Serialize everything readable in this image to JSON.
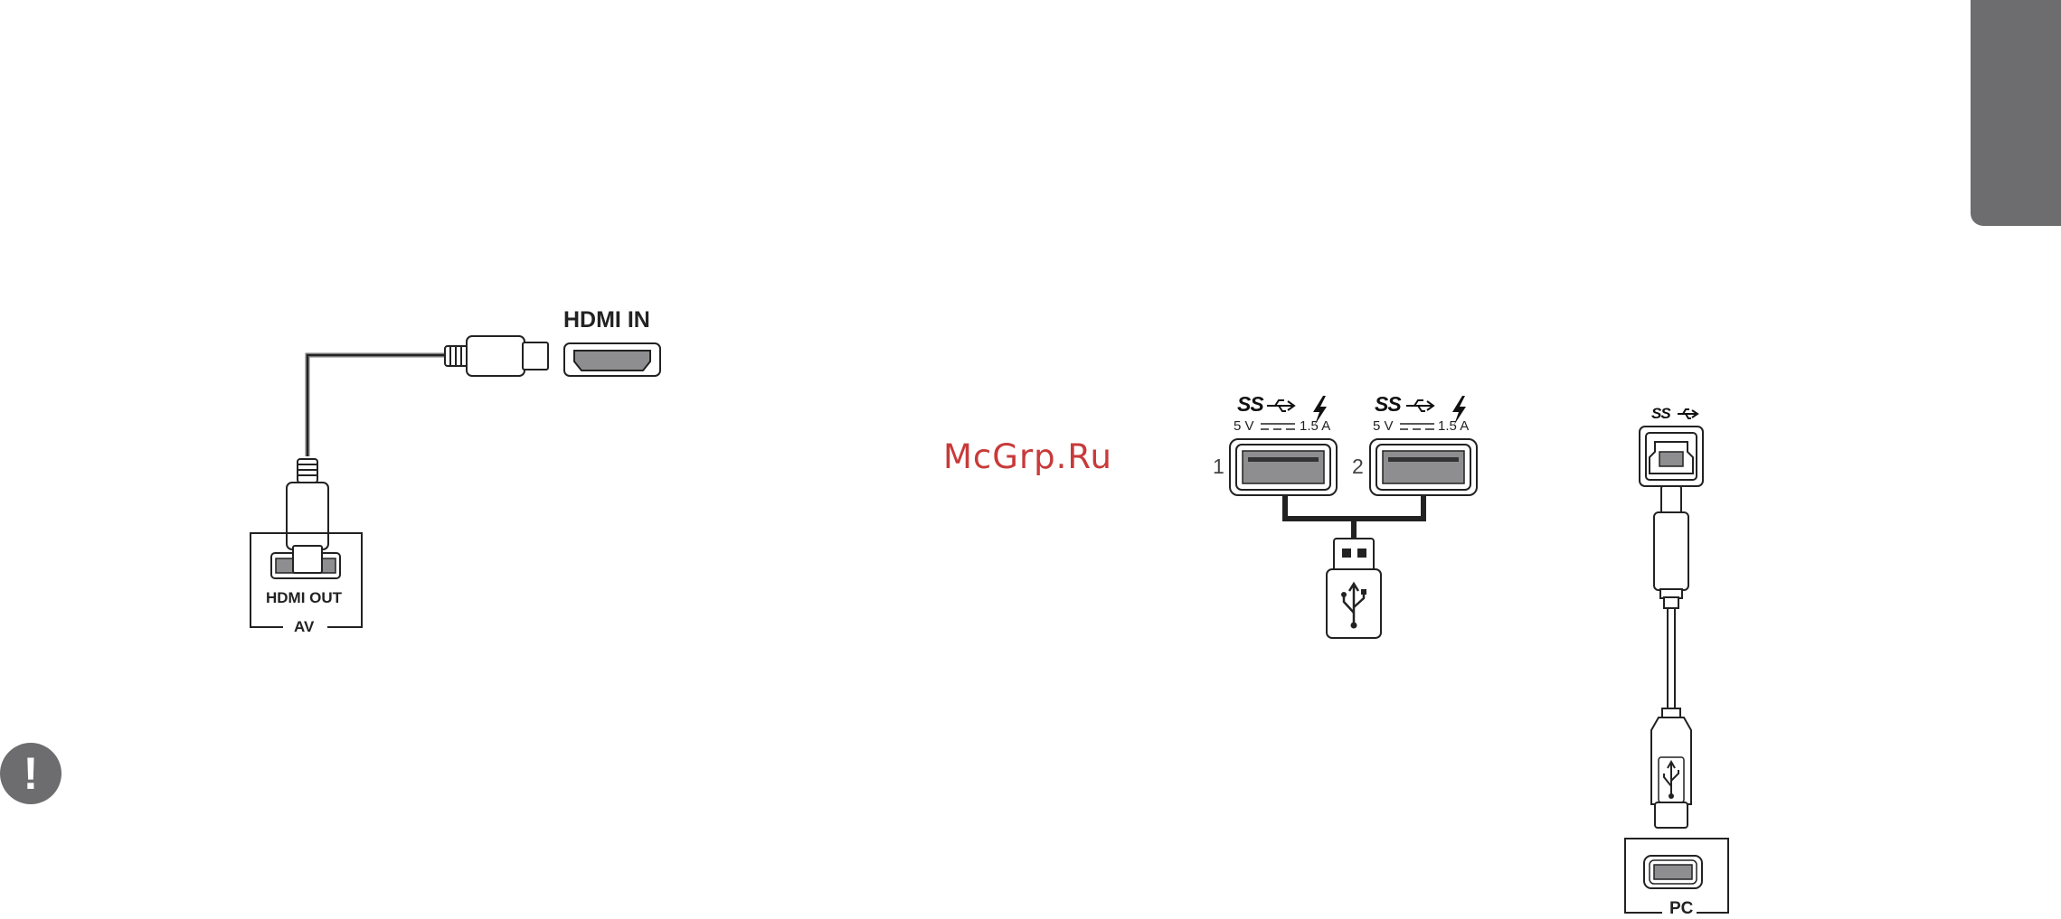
{
  "watermark": "McGrp.Ru",
  "hdmi": {
    "input_label": "HDMI IN",
    "output_label": "HDMI OUT",
    "device_label": "AV"
  },
  "usb": {
    "ports": [
      {
        "number": "1",
        "logo": "SS",
        "voltage": "5 V",
        "current": "1.5 A"
      },
      {
        "number": "2",
        "logo": "SS",
        "voltage": "5 V",
        "current": "1.5 A"
      }
    ],
    "upstream_logo": "SS",
    "device_label": "PC"
  },
  "note_icon": "!",
  "colors": {
    "side_tab": "#6d6d6f",
    "watermark": "#c83a3a",
    "port_fill": "#8e8e90"
  }
}
